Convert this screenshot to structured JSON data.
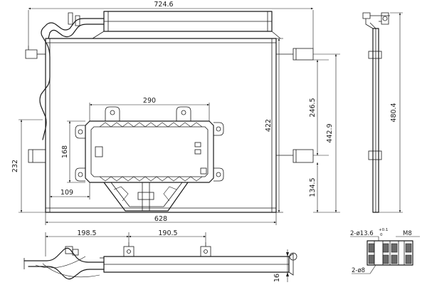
{
  "dimensions": {
    "overall_width": "724.6",
    "bracket_width": "290",
    "core_height": "422",
    "upper_offset": "246.5",
    "mount_height": "442.9",
    "side_height": "480.4",
    "left_height": "232",
    "bracket_height": "168",
    "left_offset": "109",
    "lower_offset": "134.5",
    "core_width": "628",
    "bottom_pos_1": "198.5",
    "bottom_pos_2": "190.5",
    "bottom_height": "16"
  },
  "detail": {
    "hole_prefix": "2-ø13.6",
    "hole_tol_upper": "+0.1",
    "hole_tol_lower": "0",
    "thread_label": "M8",
    "pin_label": "2-ø8"
  },
  "colors": {
    "line": "#1a1a1a",
    "hatch": "#6a6a6a",
    "background": "#ffffff"
  }
}
